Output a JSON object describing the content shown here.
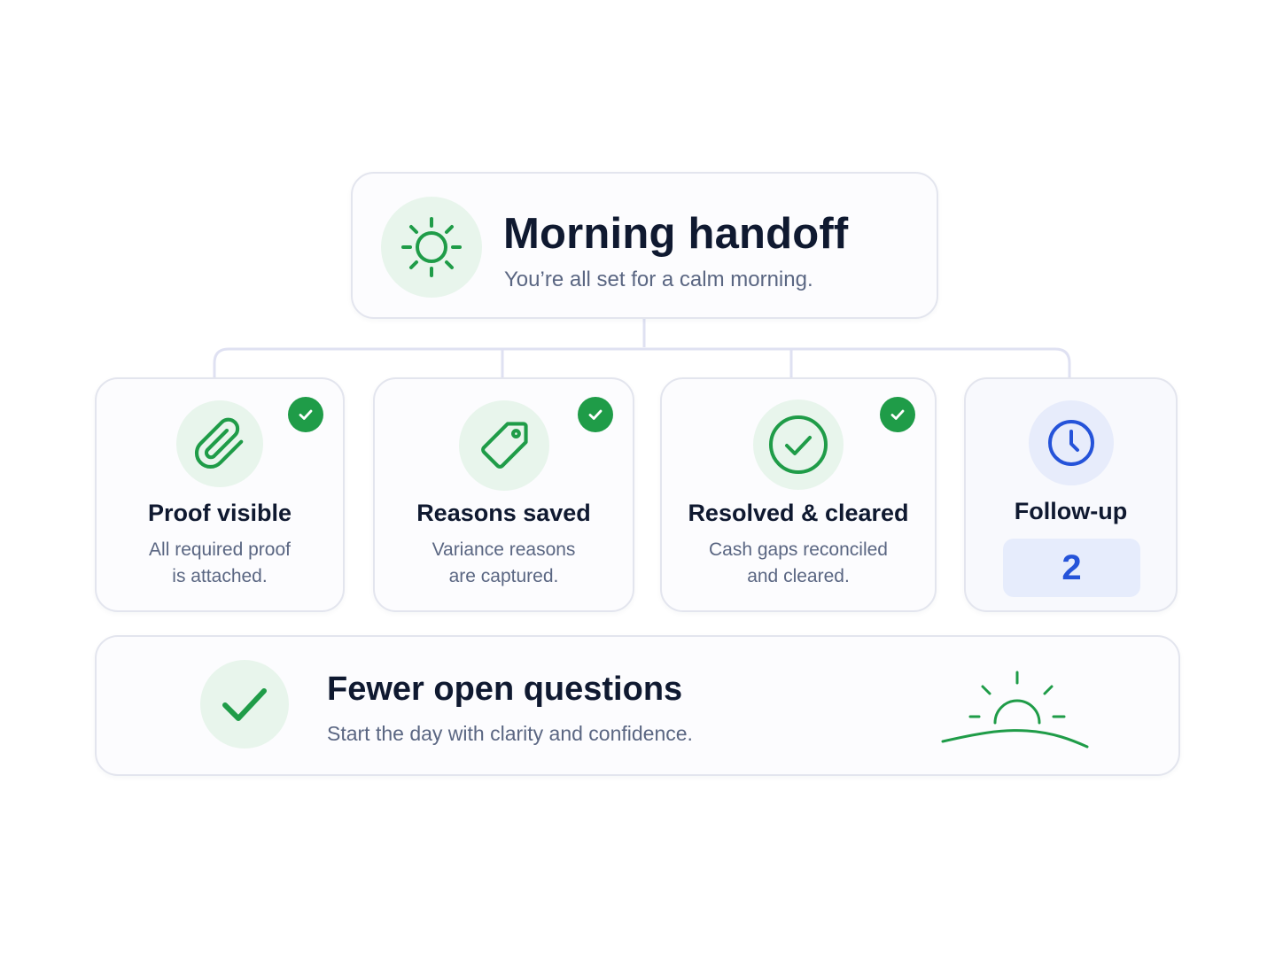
{
  "header": {
    "title": "Morning handoff",
    "subtitle": "You’re all set for a calm morning.",
    "icon": "sun-icon"
  },
  "steps": [
    {
      "title": "Proof visible",
      "desc_line1": "All required proof",
      "desc_line2": "is attached.",
      "icon": "paperclip-icon",
      "status": "complete"
    },
    {
      "title": "Reasons saved",
      "desc_line1": "Variance reasons",
      "desc_line2": "are captured.",
      "icon": "tag-icon",
      "status": "complete"
    },
    {
      "title": "Resolved & cleared",
      "desc_line1": "Cash gaps reconciled",
      "desc_line2": "and cleared.",
      "icon": "check-circle-icon",
      "status": "complete"
    },
    {
      "title": "Follow-up",
      "count": "2",
      "icon": "clock-icon",
      "status": "pending"
    }
  ],
  "footer": {
    "title": "Fewer open questions",
    "subtitle": "Start the day with clarity and confidence.",
    "icon": "check-icon",
    "illustration": "sunrise-icon"
  },
  "colors": {
    "accent_green": "#1f9c48",
    "accent_blue": "#2553d9",
    "green_tint": "#e8f5ec",
    "blue_tint": "#e6ecfc",
    "title_text": "#0f1930",
    "body_text": "#5a6682",
    "connector": "#dfe1f2"
  }
}
